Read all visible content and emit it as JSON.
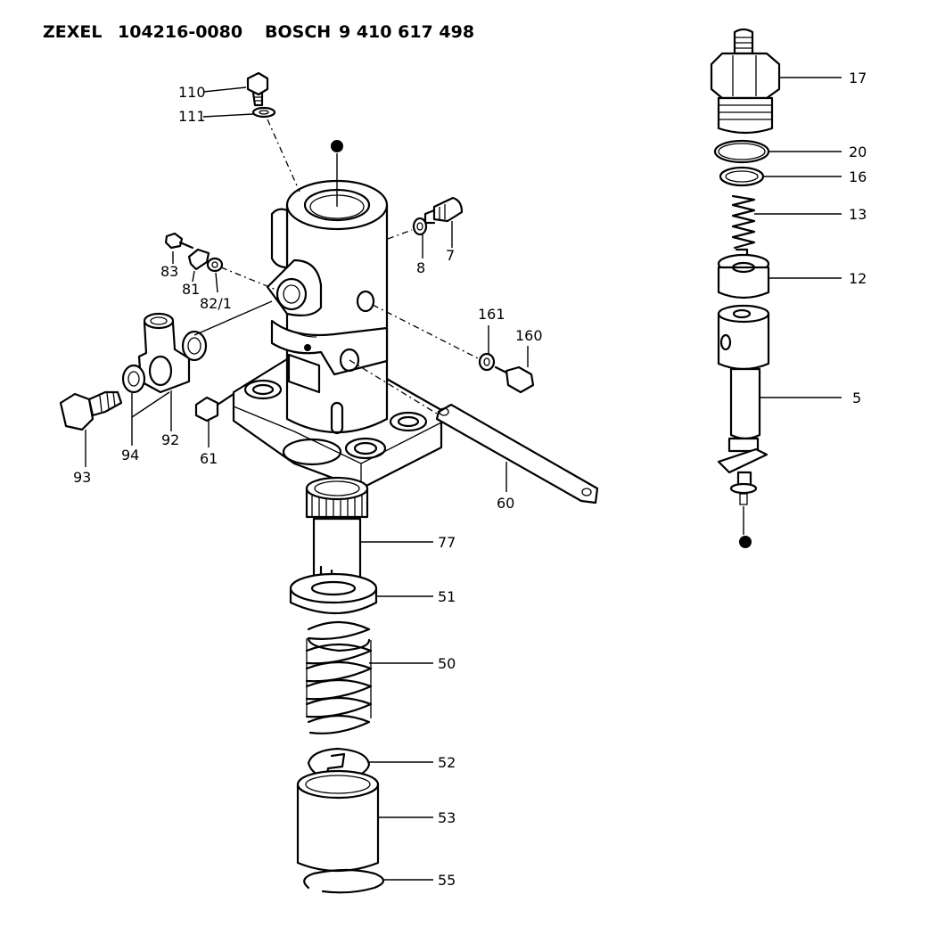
{
  "header": {
    "brand": "ZEXEL",
    "zexel_part": "104216-0080",
    "oem": "BOSCH",
    "oem_part": "9 410 617 498"
  },
  "callouts": {
    "p110": "110",
    "p111": "111",
    "p83": "83",
    "p81": "81",
    "p82": "82/1",
    "p8": "8",
    "p7": "7",
    "p161": "161",
    "p160": "160",
    "p93": "93",
    "p94": "94",
    "p92": "92",
    "p61": "61",
    "p60": "60",
    "p77": "77",
    "p51": "51",
    "p50": "50",
    "p52": "52",
    "p53": "53",
    "p55": "55",
    "p17": "17",
    "p20": "20",
    "p16": "16",
    "p13": "13",
    "p12": "12",
    "p5": "5"
  }
}
